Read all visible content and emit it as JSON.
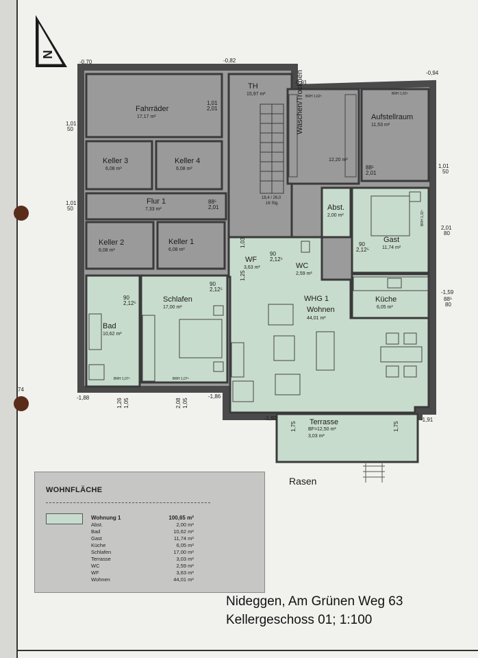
{
  "rooms": {
    "fahrraeder": {
      "name": "Fahrräder",
      "area": "17,17 m²"
    },
    "th": {
      "name": "TH",
      "area": "15,97 m²"
    },
    "waschen": {
      "name": "Waschen/Trocknen",
      "area": "12,20 m²"
    },
    "aufstell": {
      "name": "Aufstellraum",
      "area": "11,53 m²"
    },
    "keller3": {
      "name": "Keller 3",
      "area": "6,08 m²"
    },
    "keller4": {
      "name": "Keller 4",
      "area": "6,08 m²"
    },
    "flur1": {
      "name": "Flur 1",
      "area": "7,33 m²"
    },
    "keller2": {
      "name": "Keller 2",
      "area": "6,08 m²"
    },
    "keller1": {
      "name": "Keller 1",
      "area": "6,08 m²"
    },
    "abst": {
      "name": "Abst.",
      "area": "2,00 m²"
    },
    "gast": {
      "name": "Gast",
      "area": "11,74 m²"
    },
    "wf": {
      "name": "WF",
      "area": "3,63 m²"
    },
    "wc": {
      "name": "WC",
      "area": "2,59 m²"
    },
    "whg": {
      "name": "WHG 1"
    },
    "wohnen": {
      "name": "Wohnen",
      "area": "44,01 m²"
    },
    "kueche": {
      "name": "Küche",
      "area": "6,05 m²"
    },
    "schlafen": {
      "name": "Schlafen",
      "area": "17,00 m²"
    },
    "bad": {
      "name": "Bad",
      "area": "10,62 m²"
    },
    "terrasse": {
      "name": "Terrasse",
      "area": "BF=12,50 m²",
      "area2": "3,03 m²"
    }
  },
  "stairs": {
    "label": "18,4 / 26,0",
    "steps": "16 Stg."
  },
  "outside": {
    "rasen": "Rasen"
  },
  "levels": {
    "nw": "-0,70",
    "n": "-0,82",
    "ne": "-0,94",
    "sw": "-1,88",
    "s": "-1,86",
    "se": "-1,91",
    "e": "-1,59",
    "terr": "-1,92",
    "top1": "-0,91"
  },
  "dims": {
    "d101_50": "1,01",
    "d50": "50",
    "d201": "2,01",
    "d101": "1,01",
    "d88": "88⁵",
    "d90": "90",
    "d212": "2,12⁵",
    "d103": "1,03",
    "d125": "1,25",
    "d175": "1,75",
    "d126": "1,26",
    "d105": "1,05",
    "d208": "2,08",
    "d80": "80",
    "brh": "BRH 1,07⁵",
    "brh2": "BRH 1,62⁵",
    "brh3": "BRH 1,32⁵",
    "mark74": "74"
  },
  "legend": {
    "title": "WOHNFLÄCHE",
    "main_name": "Wohnung 1",
    "main_value": "100,65 m²",
    "rows": [
      {
        "name": "Abst.",
        "value": "2,00 m²"
      },
      {
        "name": "Bad",
        "value": "10,62 m²"
      },
      {
        "name": "Gast",
        "value": "11,74 m²"
      },
      {
        "name": "Küche",
        "value": "6,05 m²"
      },
      {
        "name": "Schlafen",
        "value": "17,00 m²"
      },
      {
        "name": "Terrasse",
        "value": "3,03 m²"
      },
      {
        "name": "WC",
        "value": "2,59 m²"
      },
      {
        "name": "WF",
        "value": "3,63 m²"
      },
      {
        "name": "Wohnen",
        "value": "44,01 m²"
      }
    ]
  },
  "title": {
    "line1": "Nideggen, Am Grünen Weg 63",
    "line2": "Kellergeschoss 01; 1:100"
  },
  "colors": {
    "grey_room": "#999999",
    "green_room": "#c8dccd",
    "wall": "#5a5a5a"
  }
}
